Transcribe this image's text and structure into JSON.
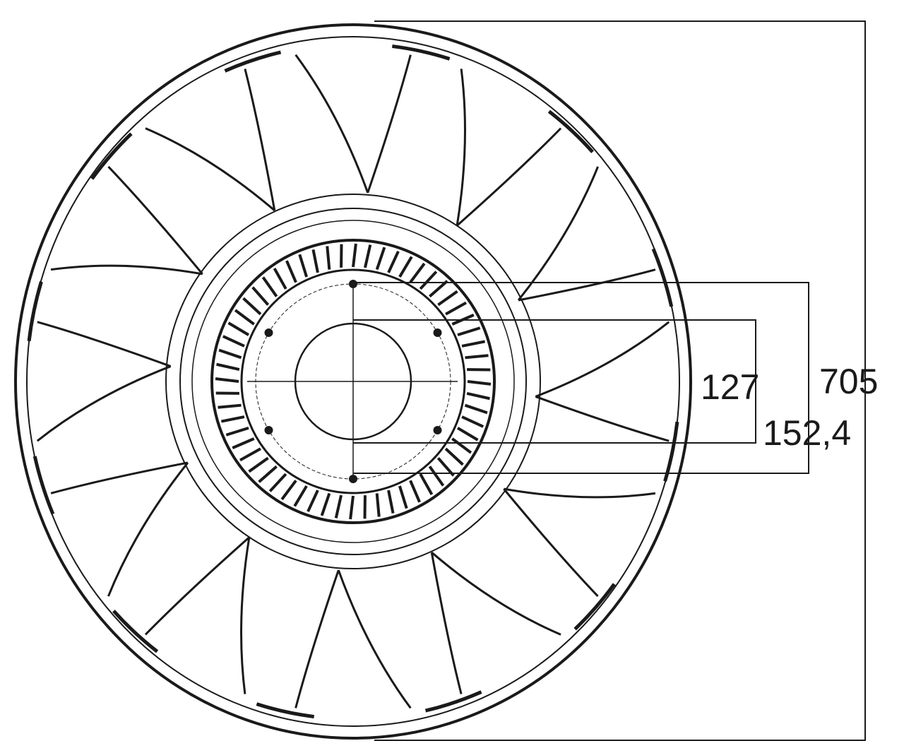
{
  "dimensions": {
    "outer_diameter": "705",
    "bolt_circle": "152,4",
    "hub_diameter": "127"
  },
  "drawing": {
    "blade_count": 12,
    "hub_fin_count": 60,
    "bolt_hole_count": 6,
    "line_color": "#1a1a1a"
  }
}
